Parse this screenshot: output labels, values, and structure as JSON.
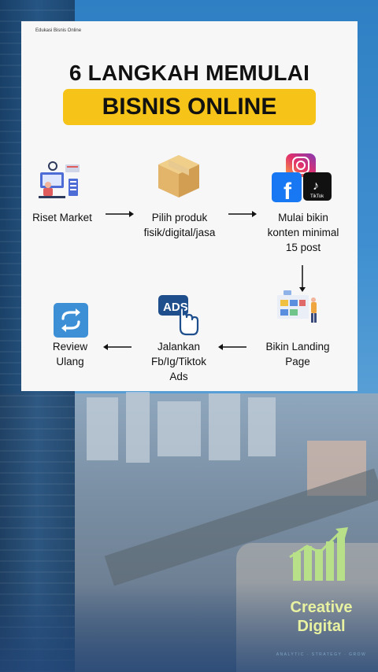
{
  "card": {
    "brand": "Edukasi Bisnis Online",
    "title_line1": "6 LANGKAH MEMULAI",
    "title_line2": "BISNIS ONLINE"
  },
  "steps": [
    {
      "label": "Riset Market",
      "icon": "market-research-icon"
    },
    {
      "label": "Pilih produk\nfisik/digital/jasa",
      "icon": "package-box-icon"
    },
    {
      "label": "Mulai bikin\nkonten minimal\n15 post",
      "icon": "social-media-icon"
    },
    {
      "label": "Bikin Landing\nPage",
      "icon": "landing-page-icon"
    },
    {
      "label": "Jalankan\nFb/Ig/Tiktok\nAds",
      "icon": "ads-click-icon"
    },
    {
      "label": "Review\nUlang",
      "icon": "refresh-icon"
    }
  ],
  "social": {
    "tiktok": "TikTok"
  },
  "ads_badge": "ADS",
  "logo": {
    "text": "Creative\nDigital",
    "tagline": "ANALYTIC · STRATEGY · GROW"
  },
  "colors": {
    "accent_yellow": "#f6c418",
    "facebook_blue": "#1877f2",
    "refresh_blue": "#3d8fd6",
    "logo_green": "#b8e089"
  }
}
